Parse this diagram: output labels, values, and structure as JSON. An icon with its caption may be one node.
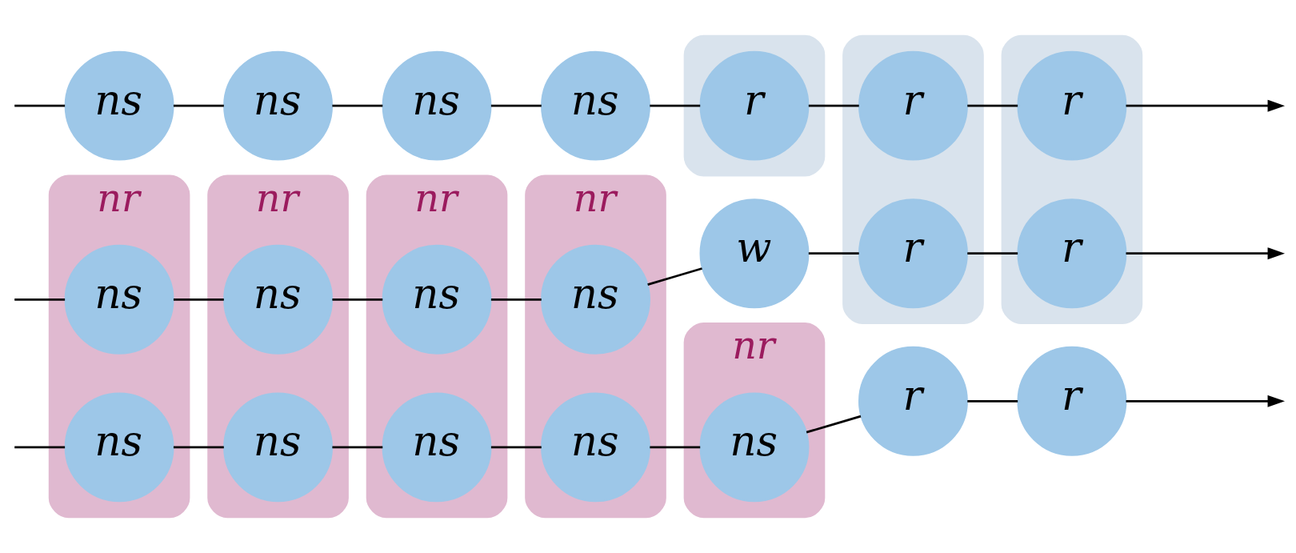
{
  "diagram": {
    "nodes": [
      {
        "text": [
          "nr"
        ]
      },
      {
        "text": [
          "nr"
        ]
      },
      {
        "text": [
          "nr"
        ]
      },
      {
        "text": [
          "nr"
        ]
      },
      {
        "text": [
          "nr"
        ]
      },
      {
        "text": [],
        "shape": "box"
      },
      {
        "text": [],
        "shape": "box"
      },
      {
        "text": [],
        "shape": "box"
      },
      {
        "text": [
          "ns"
        ],
        "in": 0
      },
      {
        "text": [
          "ns"
        ],
        "in": 1
      },
      {
        "text": [
          "ns"
        ],
        "in": 2
      },
      {
        "text": [
          "ns"
        ],
        "in": 3
      },
      {
        "text": [
          "ns"
        ],
        "in": 4
      },
      {
        "text": [
          "r"
        ]
      },
      {
        "text": [
          "r"
        ]
      },
      {
        "text": [
          "ns"
        ],
        "in": 0
      },
      {
        "text": [
          "ns"
        ],
        "in": 1
      },
      {
        "text": [
          "ns"
        ],
        "in": 2
      },
      {
        "text": [
          "ns"
        ],
        "in": 3
      },
      {
        "text": [
          "w"
        ]
      },
      {
        "text": [
          "r"
        ],
        "in": 6
      },
      {
        "text": [
          "r"
        ],
        "in": 7
      },
      {
        "text": [
          "ns"
        ]
      },
      {
        "text": [
          "ns"
        ]
      },
      {
        "text": [
          "ns"
        ]
      },
      {
        "text": [
          "ns"
        ]
      },
      {
        "text": [
          "r"
        ],
        "in": 5
      },
      {
        "text": [
          "r"
        ],
        "in": 6
      },
      {
        "text": [
          "r"
        ],
        "in": 7
      }
    ],
    "edges": [
      {
        "from": null,
        "to": 8,
        "arrow": "none"
      },
      {
        "from": 8,
        "to": 9,
        "arrow": "none"
      },
      {
        "from": 9,
        "to": 10,
        "arrow": "none"
      },
      {
        "from": 10,
        "to": 11,
        "arrow": "none"
      },
      {
        "from": 11,
        "to": 12,
        "arrow": "none"
      },
      {
        "from": 12,
        "to": 13,
        "arrow": "none"
      },
      {
        "from": 13,
        "to": 14,
        "arrow": "none"
      },
      {
        "from": 14,
        "to": null,
        "arrow": "to"
      },
      {
        "from": null,
        "to": 15,
        "arrow": "none"
      },
      {
        "from": 15,
        "to": 16,
        "arrow": "none"
      },
      {
        "from": 16,
        "to": 17,
        "arrow": "none"
      },
      {
        "from": 17,
        "to": 18,
        "arrow": "none"
      },
      {
        "from": 18,
        "to": 19,
        "arrow": "none"
      },
      {
        "from": 19,
        "to": 20,
        "arrow": "none"
      },
      {
        "from": 20,
        "to": 21,
        "arrow": "none"
      },
      {
        "from": 21,
        "to": null,
        "arrow": "to"
      },
      {
        "from": null,
        "to": 22,
        "arrow": "none"
      },
      {
        "from": 22,
        "to": 23,
        "arrow": "none"
      },
      {
        "from": 23,
        "to": 24,
        "arrow": "none"
      },
      {
        "from": 24,
        "to": 25,
        "arrow": "none"
      },
      {
        "from": 25,
        "to": 26,
        "arrow": "none"
      },
      {
        "from": 26,
        "to": 27,
        "arrow": "none"
      },
      {
        "from": 27,
        "to": 28,
        "arrow": "none"
      },
      {
        "from": 28,
        "to": null,
        "arrow": "to"
      }
    ]
  }
}
